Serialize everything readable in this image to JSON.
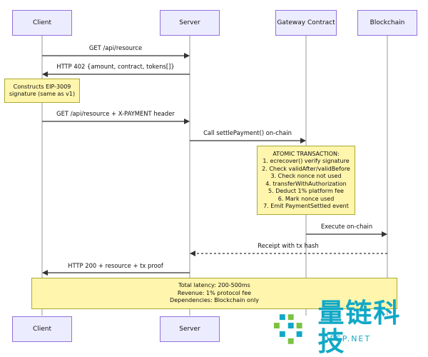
{
  "actors": [
    "Client",
    "Server",
    "Gateway Contract",
    "Blockchain"
  ],
  "messages": [
    {
      "text": "GET /api/resource"
    },
    {
      "text": "HTTP 402 {amount, contract, tokens[]}"
    },
    {
      "text": "GET /api/resource + X-PAYMENT header"
    },
    {
      "text": "Call settlePayment() on-chain"
    },
    {
      "text": "Execute on-chain"
    },
    {
      "text": "Receipt with tx hash"
    },
    {
      "text": "HTTP 200 + resource + tx proof"
    }
  ],
  "notes": {
    "client_note": [
      "Constructs EIP-3009",
      "signature (same as v1)"
    ],
    "atomic": [
      "ATOMIC TRANSACTION:",
      "1. ecrecover() verify signature",
      "2. Check validAfter/validBefore",
      "3. Check nonce not used",
      "4. transferWithAuthorization",
      "5. Deduct 1% platform fee",
      "6. Mark nonce used",
      "7. Emit PaymentSettled event"
    ],
    "summary": [
      "Total latency: 200-500ms",
      "Revenue: 1% protocol fee",
      "Dependencies: Blockchain only"
    ]
  },
  "watermark": {
    "brand": "量链科技",
    "domain": "QFSP.NET"
  }
}
